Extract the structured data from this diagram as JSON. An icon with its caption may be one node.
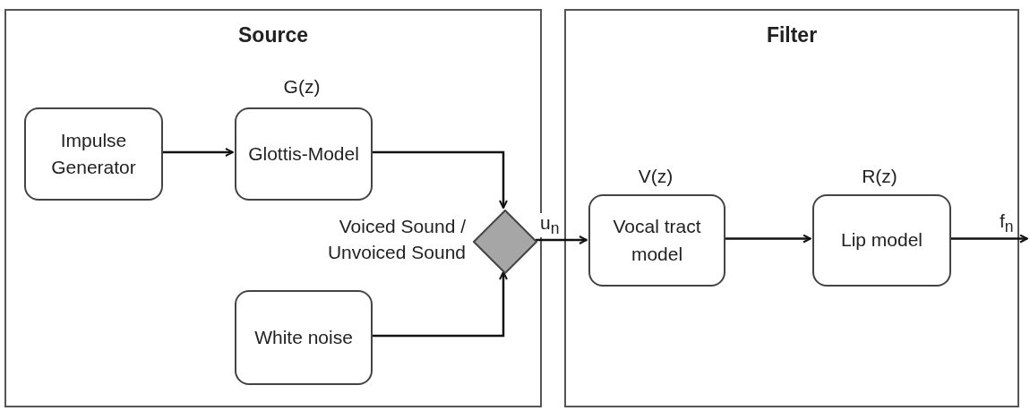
{
  "diagram": {
    "nodes": [
      {
        "text": [
          "Source"
        ]
      },
      {
        "text": [
          "Filter"
        ]
      },
      {
        "text": [
          "Impulse Generator"
        ],
        "in": 0
      },
      {
        "text": [
          "Glottis-Model"
        ],
        "in": 0,
        "beside": [
          "G(z)"
        ]
      },
      {
        "text": [
          "White noise"
        ],
        "in": 0
      },
      {
        "text": [],
        "shape": "diamond",
        "in": 0,
        "beside": [
          "Voiced Sound / Unvoiced Sound"
        ]
      },
      {
        "text": [
          "Vocal tract model"
        ],
        "in": 1,
        "beside": [
          "V(z)"
        ]
      },
      {
        "text": [
          "Lip model"
        ],
        "in": 1,
        "beside": [
          "R(z)"
        ]
      }
    ],
    "edges": [
      {
        "from": 2,
        "to": 3,
        "arrow": "to"
      },
      {
        "from": 3,
        "to": 5,
        "arrow": "to"
      },
      {
        "from": 4,
        "to": 5,
        "arrow": "to"
      },
      {
        "from": 5,
        "to": 6,
        "arrow": "to",
        "label": "u$_{n}$"
      },
      {
        "from": 6,
        "to": 7,
        "arrow": "to"
      },
      {
        "from": 7,
        "to": null,
        "arrow": "to",
        "label": "f$_{n}$"
      }
    ]
  }
}
